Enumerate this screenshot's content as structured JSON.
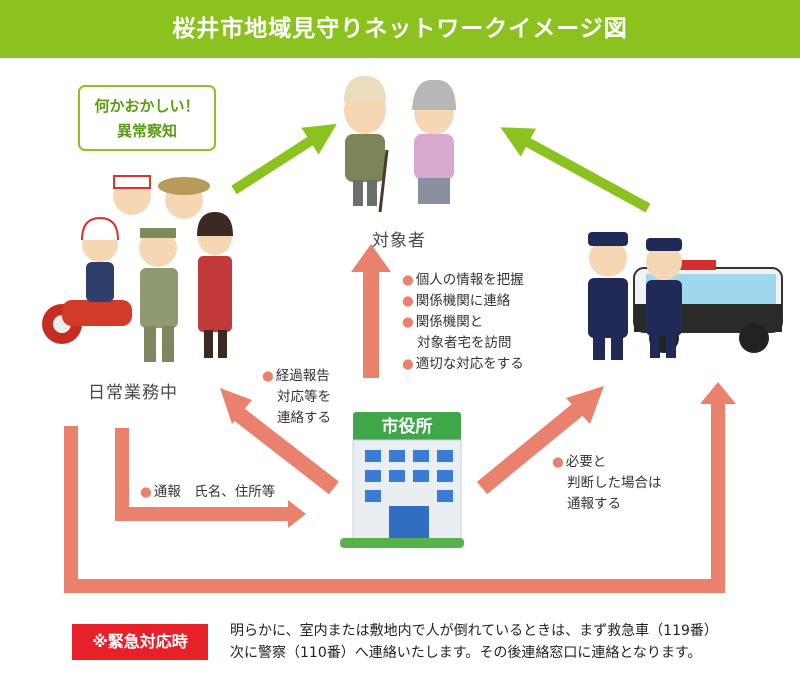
{
  "title": "桜井市地域見守りネットワークイメージ図",
  "callout": {
    "line1": "何かおかしい！",
    "line2": "異常察知"
  },
  "nodes": {
    "target": "対象者",
    "daily_work": "日常業務中",
    "city_hall_sign": "市役所"
  },
  "city_to_target_actions": [
    "個人の情報を把握",
    "関係機関に連絡",
    "関係機関と",
    "対象者宅を訪問",
    "適切な対応をする"
  ],
  "progress_report": [
    "経過報告",
    "対応等を",
    "連絡する"
  ],
  "report_to_city": "通報　氏名、住所等",
  "to_police": [
    "必要と",
    "判断した場合は",
    "通報する"
  ],
  "emergency": {
    "label": "※緊急対応時",
    "line1": "明らかに、室内または敷地内で人が倒れているときは、まず救急車（119番）",
    "line2": "次に警察（110番）へ連絡いたします。その後連絡窓口に連絡となります。"
  },
  "colors": {
    "green": "#8cc21f",
    "salmon": "#e9816d",
    "red": "#e6212a"
  },
  "icons": [
    "elderly-couple-icon",
    "workers-group-icon",
    "city-hall-building-icon",
    "police-car-icon"
  ]
}
